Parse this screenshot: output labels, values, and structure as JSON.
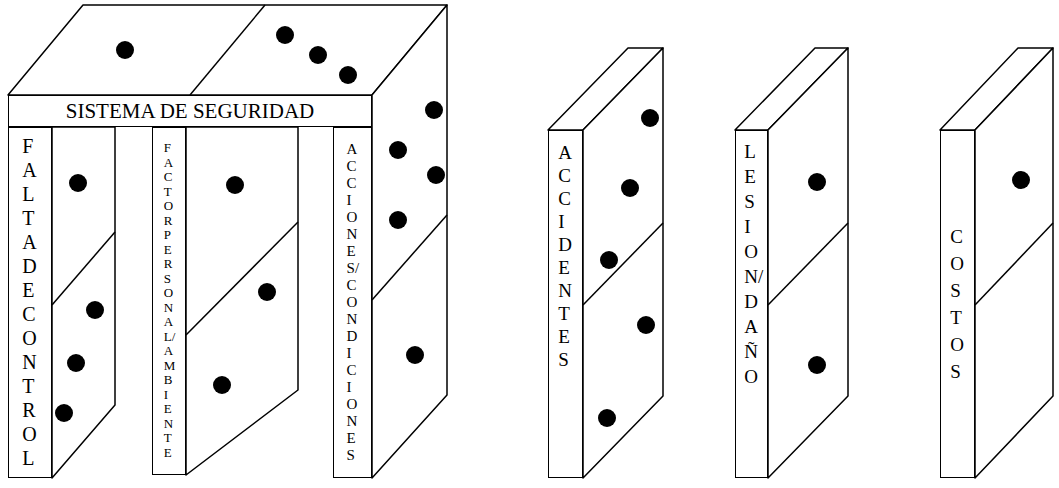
{
  "diagram": {
    "nodes": [
      {
        "text": [
          "SISTEMA DE SEGURIDAD"
        ]
      },
      {
        "text": [
          "FALTA DE CONTROL"
        ]
      },
      {
        "text": [
          "FACTOR PERSONAL/AMBIENTE"
        ]
      },
      {
        "text": [
          "ACCIONES/CONDICIONES"
        ]
      },
      {
        "text": [
          "ACCIDENTES"
        ]
      },
      {
        "text": [
          "LESION/DAÑO"
        ]
      },
      {
        "text": [
          "COSTOS"
        ]
      }
    ]
  }
}
